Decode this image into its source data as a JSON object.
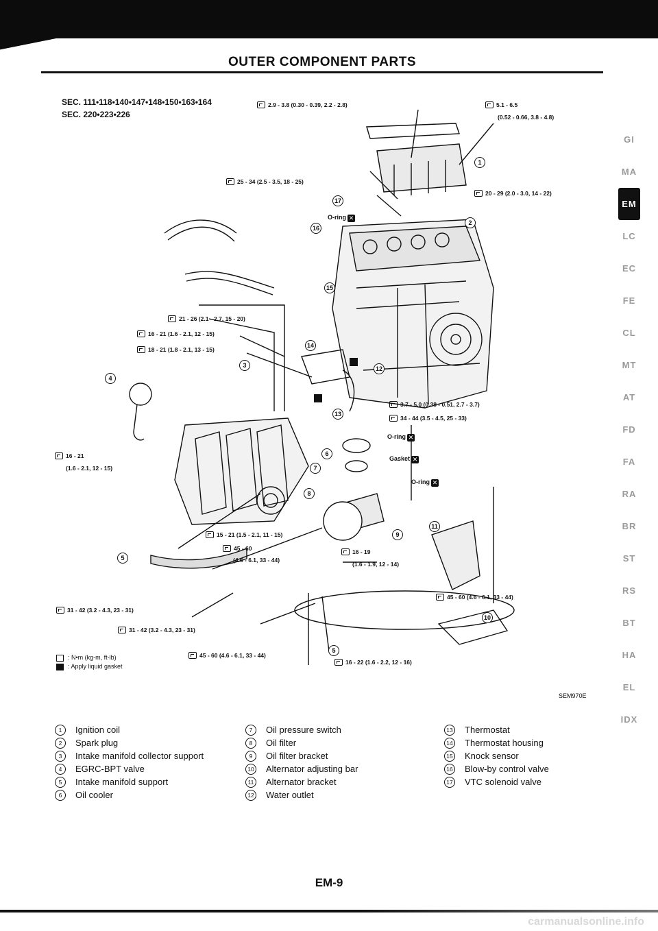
{
  "header": {
    "title": "OUTER COMPONENT PARTS"
  },
  "sections": [
    "SEC. 111•118•140•147•148•150•163•164",
    "SEC. 220•223•226"
  ],
  "torque_callouts": [
    "2.9 - 3.8 (0.30 - 0.39, 2.2 - 2.8)",
    "5.1 - 6.5",
    "(0.52 - 0.66, 3.8 - 4.8)",
    "25 - 34 (2.5 - 3.5, 18 - 25)",
    "20 - 29 (2.0 - 3.0, 14 - 22)",
    "21 - 26 (2.1 - 2.7, 15 - 20)",
    "16 - 21 (1.6 - 2.1, 12 - 15)",
    "18 - 21 (1.8 - 2.1, 13 - 15)",
    "3.7 - 5.0 (0.38 - 0.51, 2.7 - 3.7)",
    "34 - 44 (3.5 - 4.5, 25 - 33)",
    "16 - 21",
    "(1.6 - 2.1, 12 - 15)",
    "15 - 21 (1.5 - 2.1, 11 - 15)",
    "45 - 60",
    "(4.6 - 6.1, 33 - 44)",
    "16 - 19",
    "(1.6 - 1.9, 12 - 14)",
    "45 - 60 (4.6 - 6.1, 33 - 44)",
    "31 - 42 (3.2 - 4.3, 23 - 31)",
    "31 - 42 (3.2 - 4.3, 23 - 31)",
    "45 - 60 (4.6 - 6.1, 33 - 44)",
    "16 - 22 (1.6 - 2.2, 12 - 16)"
  ],
  "labels": {
    "o_ring": "O-ring",
    "gasket": "Gasket"
  },
  "legend": {
    "torque": ": N•m (kg-m, ft-lb)",
    "gasket": ": Apply liquid gasket"
  },
  "figure_code": "SEM970E",
  "part_numbers": [
    "1",
    "2",
    "3",
    "4",
    "5",
    "6",
    "7",
    "8",
    "9",
    "10",
    "11",
    "12",
    "13",
    "14",
    "15",
    "16",
    "17"
  ],
  "parts": [
    "Ignition coil",
    "Spark plug",
    "Intake manifold collector support",
    "EGRC-BPT valve",
    "Intake manifold support",
    "Oil cooler",
    "Oil pressure switch",
    "Oil filter",
    "Oil filter bracket",
    "Alternator adjusting bar",
    "Alternator bracket",
    "Water outlet",
    "Thermostat",
    "Thermostat housing",
    "Knock sensor",
    "Blow-by control valve",
    "VTC solenoid valve"
  ],
  "side_tabs": [
    "GI",
    "MA",
    "EM",
    "LC",
    "EC",
    "FE",
    "CL",
    "MT",
    "AT",
    "FD",
    "FA",
    "RA",
    "BR",
    "ST",
    "RS",
    "BT",
    "HA",
    "EL",
    "IDX"
  ],
  "active_tab": "EM",
  "page_number": "EM-9",
  "watermark": "carmanualsonline.info",
  "colors": {
    "ink": "#111111",
    "tab_inactive": "#9a9a9a",
    "background": "#ffffff"
  }
}
